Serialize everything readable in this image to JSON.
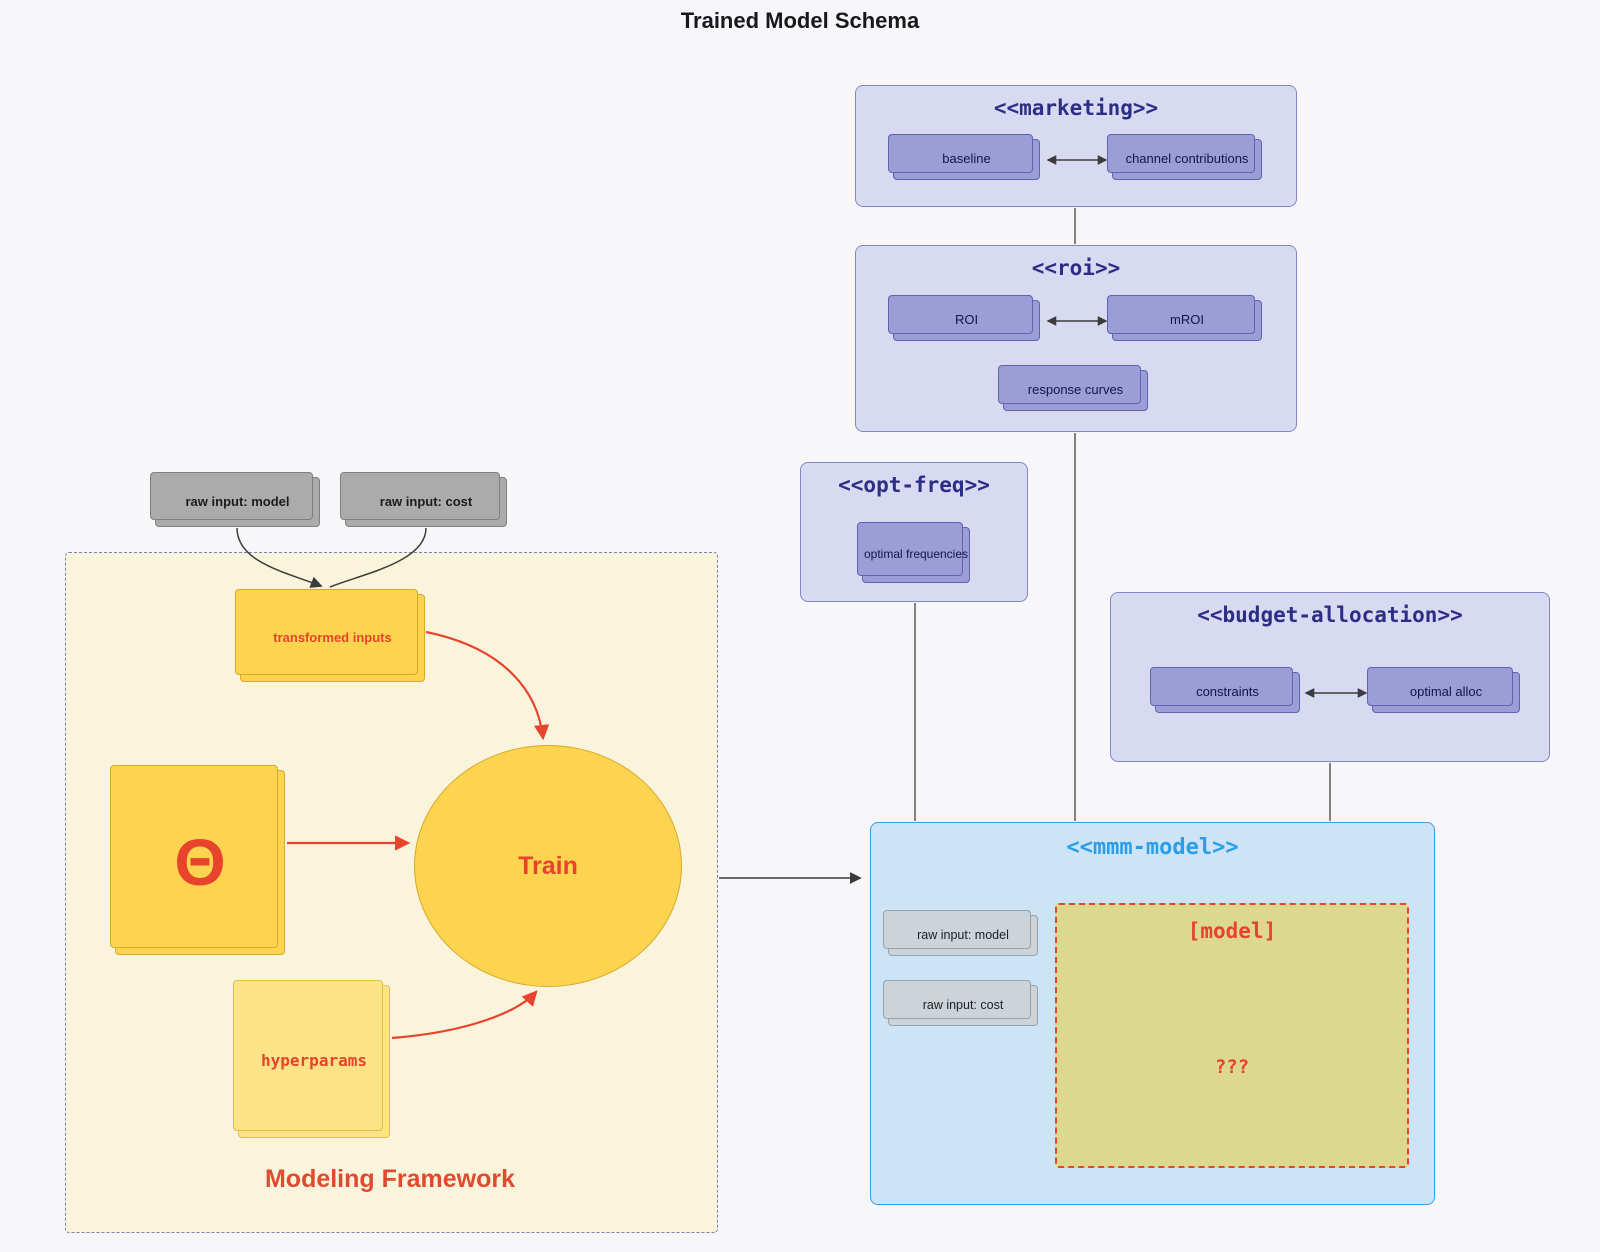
{
  "title": "Trained Model Schema",
  "marketing": {
    "title": "<<marketing>>",
    "baseline": "baseline",
    "channel_contributions": "channel contributions"
  },
  "roi": {
    "title": "<<roi>>",
    "roi": "ROI",
    "mroi": "mROI",
    "response_curves": "response curves"
  },
  "opt_freq": {
    "title": "<<opt-freq>>",
    "optimal_frequencies": "optimal frequencies"
  },
  "budget_allocation": {
    "title": "<<budget-allocation>>",
    "constraints": "constraints",
    "optimal_alloc": "optimal alloc"
  },
  "mmm_model": {
    "title": "<<mmm-model>>",
    "raw_input_model": "raw input: model",
    "raw_input_cost": "raw input: cost",
    "model_label": "[model]",
    "unknown": "???"
  },
  "inputs": {
    "raw_input_model": "raw input: model",
    "raw_input_cost": "raw input: cost"
  },
  "framework": {
    "label": "Modeling Framework",
    "transformed_inputs": "transformed inputs",
    "theta": "Θ",
    "train": "Train",
    "hyperparams": "hyperparams"
  },
  "colors": {
    "background": "#f7f7f9",
    "purple_container_fill": "#d8daf2",
    "purple_container_border": "#8486c8",
    "purple_node_fill": "#9a9dd6",
    "purple_title": "#2c2e85",
    "gray_node_fill": "#ababab",
    "cream_fill": "#fbf4dc",
    "yellow_fill": "#fcd44f",
    "yellow_border": "#d9a928",
    "light_yellow_fill": "#fde388",
    "accent_red": "#e8432c",
    "mmm_fill": "#cde4f7",
    "mmm_border": "#2f9fe0",
    "mmm_title": "#2a9fe8",
    "model_box_fill": "#dcd88f",
    "edge_color": "#3b3b3b"
  }
}
